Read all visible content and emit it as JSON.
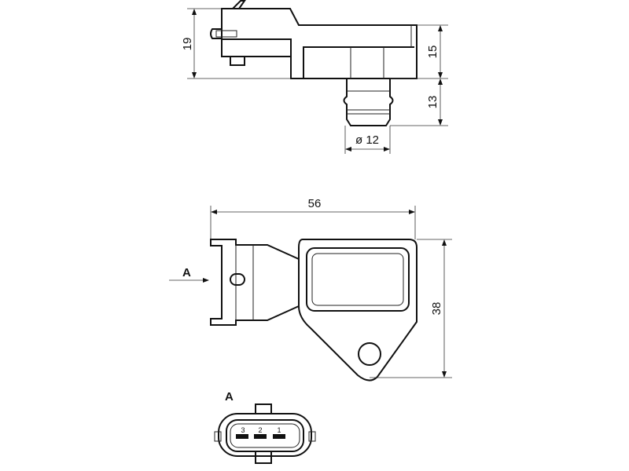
{
  "drawing": {
    "top_view": {
      "dim_height_total": "19",
      "dim_body_height": "15",
      "dim_port_length": "13",
      "dim_port_diameter": "ø 12"
    },
    "side_view": {
      "dim_width": "56",
      "dim_height": "38",
      "view_arrow_label": "A"
    },
    "connector_view": {
      "title": "A",
      "pins": [
        "3",
        "2",
        "1"
      ]
    }
  }
}
